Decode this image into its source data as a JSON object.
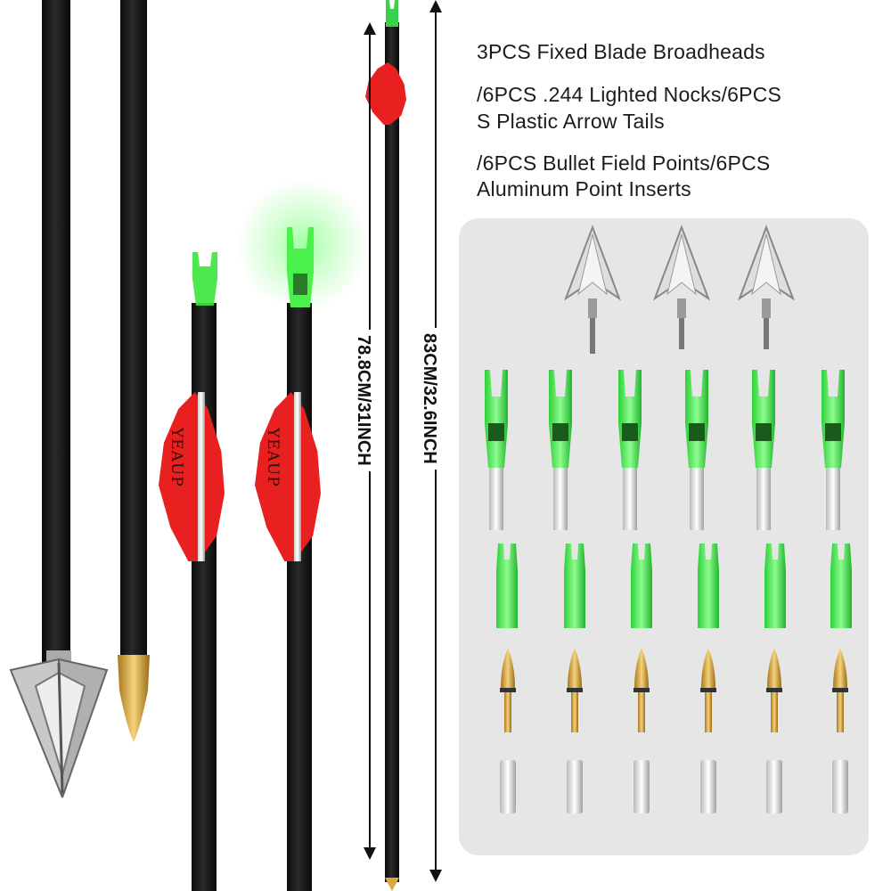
{
  "title_lines": [
    "3PCS Fixed Blade Broadheads",
    "/6PCS .244 Lighted Nocks/6PCS",
    "S Plastic Arrow Tails",
    "/6PCS  Bullet Field Points/6PCS",
    "Aluminum Point Inserts"
  ],
  "dimensions": {
    "inner": "78.8CM/31INCH",
    "outer": "83CM/32.6INCH"
  },
  "brand": "YEAUP",
  "colors": {
    "vane": "#e8201f",
    "nock": "#39e63a",
    "shaft": "#111111",
    "panel": "#e6e6e6",
    "gold": "#d9a93e",
    "aluminum": "#dcdcdc"
  },
  "components": {
    "broadheads": 3,
    "lighted_nocks": 6,
    "plastic_tails": 6,
    "field_points": 6,
    "inserts": 6
  }
}
